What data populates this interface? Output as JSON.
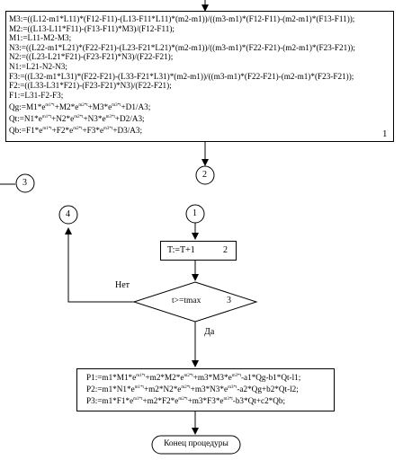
{
  "block1": {
    "lines": [
      "M3:=((L12-m1*L11)*(F12-F11)-(L13-F11*L11)*(m2-m1))/((m3-m1)*(F12-F11)-(m2-m1)*(F13-F11));",
      "M2:=((L13-L11*F11)-(F13-F11)*M3)/(F12-F11);",
      "M1:=L11-M2-M3;",
      "N3:=((L22-m1*L21)*(F22-F21)-(L23-F21*L21)*(m2-m1))/((m3-m1)*(F22-F21)-(m2-m1)*(F23-F21));",
      "N2:=((L23-L21*F21)-(F23-F21)*N3)/(F22-F21);",
      "N1:=L21-N2-N3;",
      "F3:=((L32-m1*L31)*(F22-F21)-(L33-F21*L31)*(m2-m1))/((m3-m1)*(F22-F21)-(m2-m1)*(F23-F21));",
      "F2:=((L33-L31*F21)-(F23-F21)*N3)/(F22-F21);",
      "F1:=L31-F2-F3;"
    ],
    "qg": {
      "a": "Qg:=M1*e",
      "sa": "m1*t",
      "b": "+M2*e",
      "sb": "m2*t",
      "c": "+M3*e",
      "sc": "m3*t",
      "d": "+D1/A3;"
    },
    "qt": {
      "a": "Qt:=N1*e",
      "sa": "m1*t",
      "b": "+N2*e",
      "sb": "m2*t",
      "c": "+N3*e",
      "sc": "m3*t",
      "d": "+D2/A3;"
    },
    "qb": {
      "a": "Qb:=F1*e",
      "sa": "m1*t",
      "b": "+F2*e",
      "sb": "m2*t",
      "c": "+F3*e",
      "sc": "m3*t",
      "d": "+D3/A3;"
    },
    "number": "1"
  },
  "connectors": {
    "c2": "2",
    "c3": "3",
    "c4": "4",
    "c1": "1"
  },
  "block2": {
    "text": "T:=T+1",
    "number": "2"
  },
  "decision": {
    "text": "t>=tmax",
    "number": "3",
    "no_label": "Нет",
    "yes_label": "Да"
  },
  "block3": {
    "p1": {
      "a": "P1:=m1*M1*e",
      "sa": "m1*t",
      "b": "+m2*M2*e",
      "sb": "m2*t",
      "c": "+m3*M3*e",
      "sc": "m3*t",
      "d": "-a1*Qg-b1*Qt-l1;"
    },
    "p2": {
      "a": "P2:=m1*N1*e",
      "sa": "m1*t",
      "b": "+m2*N2*e",
      "sb": "m2*t",
      "c": "+m3*N3*e",
      "sc": "m3*t",
      "d": "-a2*Qg+b2*Qt-l2;"
    },
    "p3": {
      "a": "P3:=m1*F1*e",
      "sa": "m1*t",
      "b": "+m2*F2*e",
      "sb": "m2*t",
      "c": "+m3*F3*e",
      "sc": "m3*t",
      "d": "-b3*Qt+c2*Qb;"
    }
  },
  "terminal": {
    "text": "Конец процедуры"
  }
}
